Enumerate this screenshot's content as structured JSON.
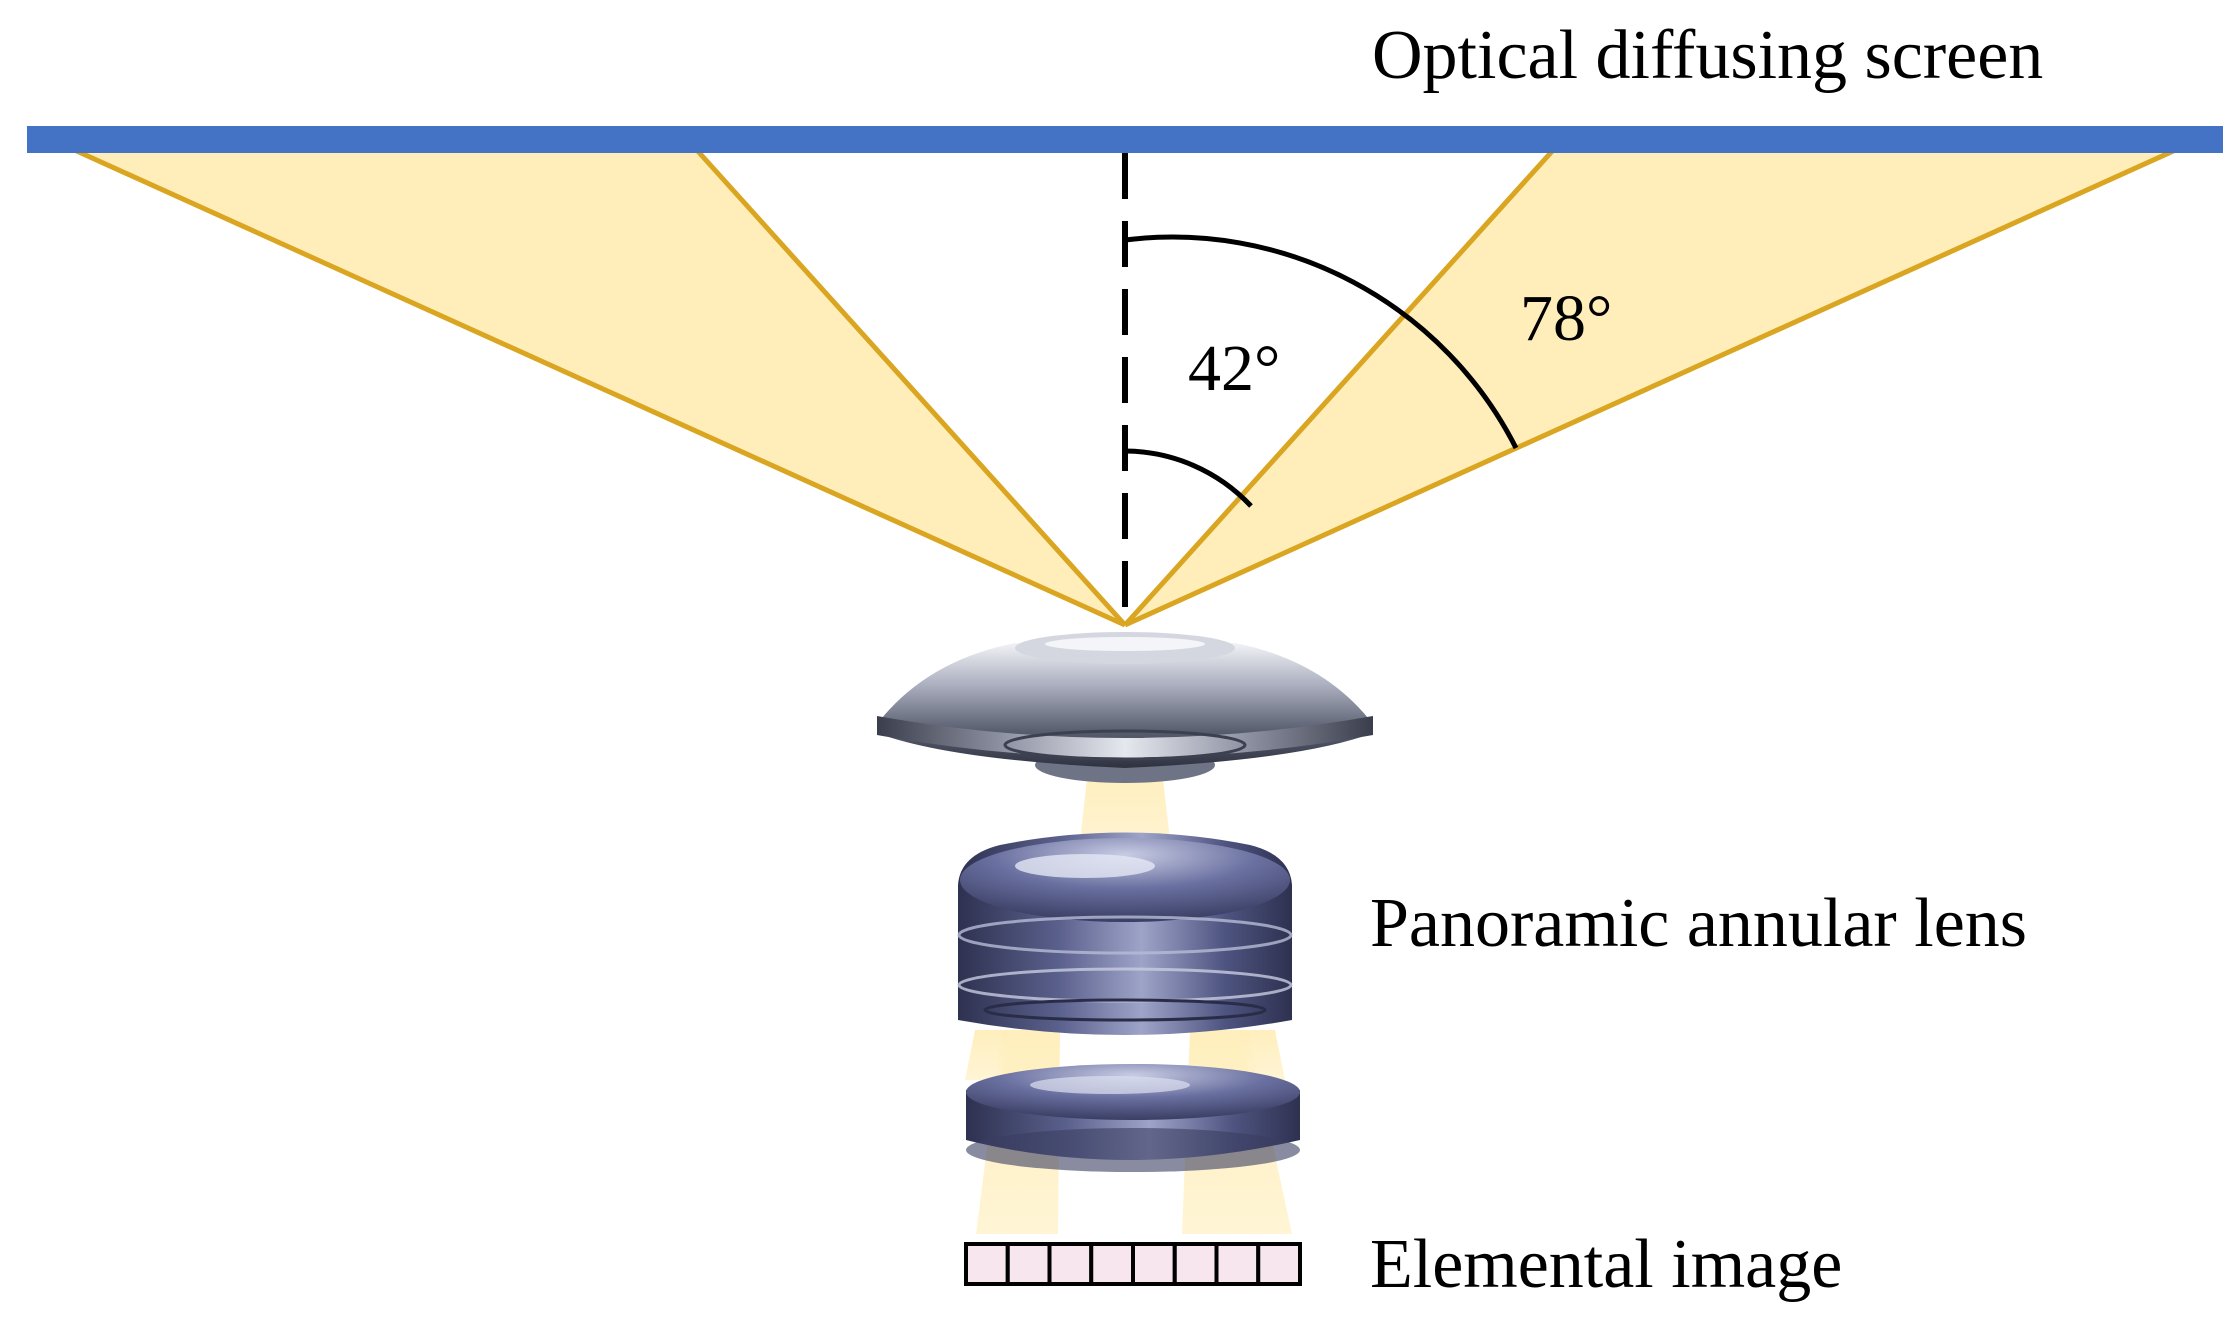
{
  "labels": {
    "screen": "Optical diffusing screen",
    "lens": "Panoramic annular lens",
    "image": "Elemental image"
  },
  "angles": {
    "inner": {
      "value_deg": 42,
      "text": "42°"
    },
    "outer": {
      "value_deg": 78,
      "text": "78°"
    }
  },
  "elemental_image": {
    "cell_count": 8
  },
  "colors": {
    "screen": "#4472C4",
    "beam_fill": "#FFEEBA",
    "beam_edge": "#DAA520",
    "axis": "#000000",
    "arc": "#000000",
    "lens_dark": "#3C4258",
    "lens_mid": "#8A90B0",
    "lens_light": "#D8DCEA",
    "lens_blue": "#4A4F78",
    "image_fill": "#F7E6EE",
    "image_border": "#000000"
  }
}
